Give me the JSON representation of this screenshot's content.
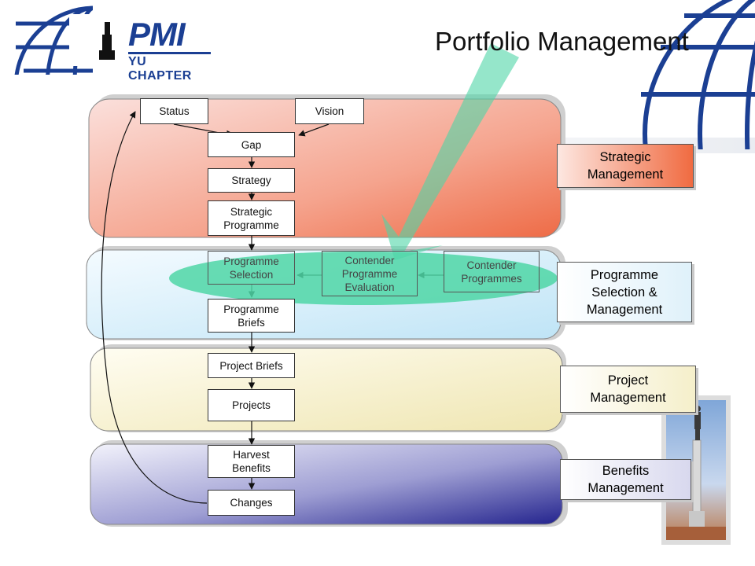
{
  "slide": {
    "title": "Portfolio Management",
    "logo": {
      "text": "PMI",
      "subtext": "YU CHAPTER"
    }
  },
  "diagram": {
    "nodes": {
      "status": "Status",
      "vision": "Vision",
      "gap": "Gap",
      "strategy": "Strategy",
      "strategic_programme": "Strategic\nProgramme",
      "programme_selection": "Programme\nSelection",
      "contender_evaluation": "Contender\nProgramme\nEvaluation",
      "contender_programmes": "Contender\nProgrammes",
      "programme_briefs": "Programme\nBriefs",
      "project_briefs": "Project Briefs",
      "projects": "Projects",
      "harvest_benefits": "Harvest\nBenefits",
      "changes": "Changes"
    },
    "bands": {
      "strategic": "Strategic\nManagement",
      "programme": "Programme\nSelection &\nManagement",
      "project": "Project\nManagement",
      "benefits": "Benefits\nManagement"
    },
    "colors": {
      "strategic_band": "#f07a5a",
      "programme_band": "#bfe4f6",
      "project_band": "#f1ebbd",
      "benefits_band": "#2a2a92",
      "highlight": "#4fd6a6",
      "brand_blue": "#1b3f93"
    }
  }
}
